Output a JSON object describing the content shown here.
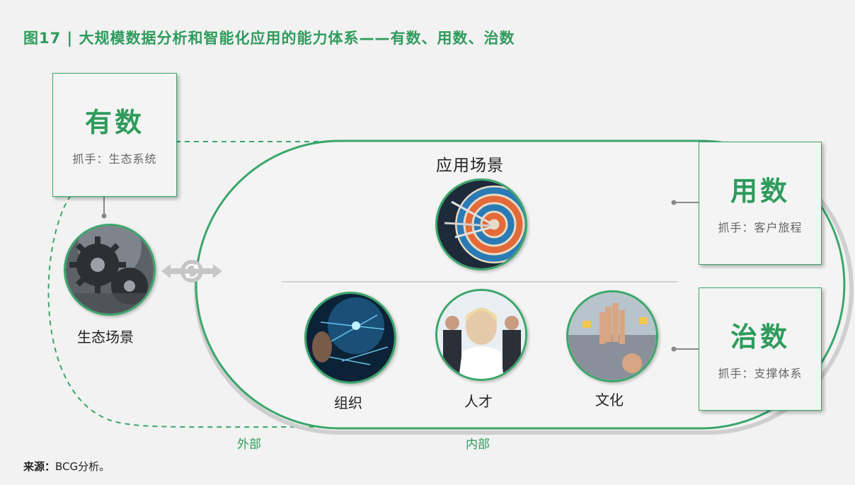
{
  "title": "图17 | 大规模数据分析和智能化应用的能力体系——有数、用数、治数",
  "boxes": {
    "have": {
      "title": "有数",
      "sub": "抓手：生态系统"
    },
    "use": {
      "title": "用数",
      "sub": "抓手：客户旅程"
    },
    "govern": {
      "title": "治数",
      "sub": "抓手：支撑体系"
    }
  },
  "labels": {
    "ecosystem_scene": "生态场景",
    "application_scene": "应用场景",
    "organization": "组织",
    "talent": "人才",
    "culture": "文化",
    "external": "外部",
    "internal": "内部"
  },
  "source": {
    "prefix": "来源：",
    "text": "BCG分析。"
  },
  "colors": {
    "accent": "#2e9b5c",
    "border": "#3aa66a",
    "background": "#f2f2f2"
  }
}
